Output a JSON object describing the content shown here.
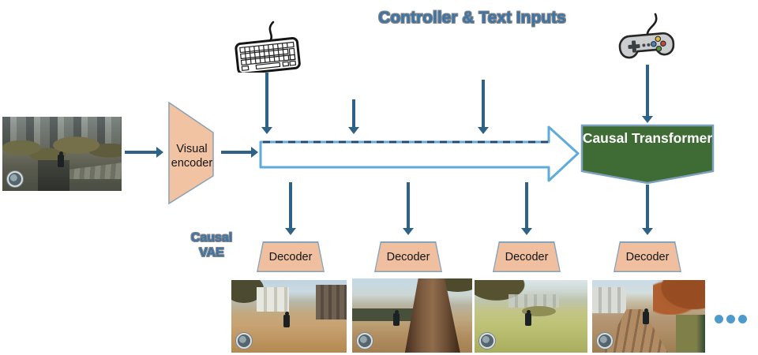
{
  "header": {
    "title": "Controller & Text Inputs"
  },
  "encoder": {
    "label": "Visual encoder"
  },
  "transformer": {
    "label": "Causal Transformer"
  },
  "vae": {
    "label": "Causal VAE"
  },
  "decoders": [
    {
      "label": "Decoder"
    },
    {
      "label": "Decoder"
    },
    {
      "label": "Decoder"
    },
    {
      "label": "Decoder"
    }
  ],
  "ellipsis": "...",
  "icons": {
    "keyboard": "keyboard-icon",
    "gamepad": "gamepad-icon"
  },
  "images": {
    "input": "game-frame-city-path-with-character",
    "outputs": [
      "game-frame-character-running-dirt-lot",
      "game-frame-large-tree-trunk",
      "game-frame-character-running-grass-field",
      "game-frame-character-running-dirt-road"
    ]
  },
  "colors": {
    "arrow_dark_blue": "#2E6286",
    "arrow_light_blue": "#5FABD9",
    "dash_navy": "#27486B",
    "shape_peach": "#EFBFA0",
    "shape_green": "#3E6C34",
    "headline_blue": "#3B74A8",
    "dots_blue": "#4F9ACD"
  }
}
